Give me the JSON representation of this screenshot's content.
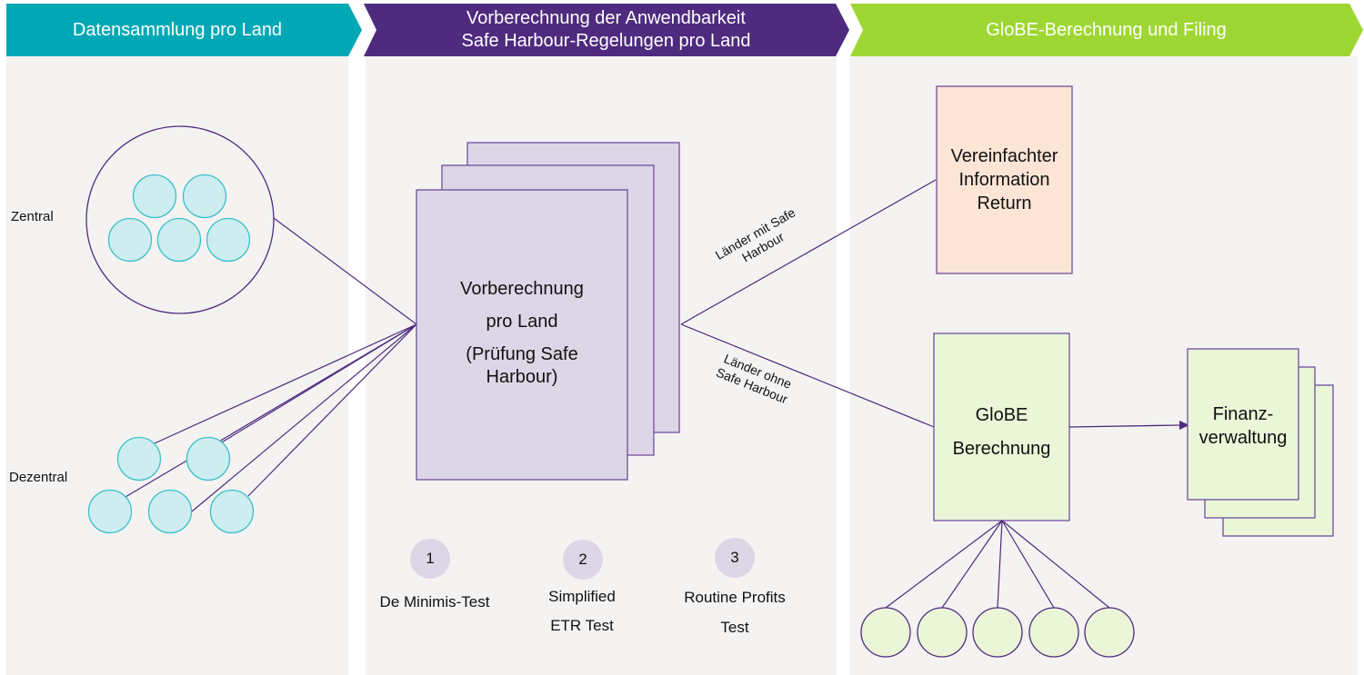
{
  "colors": {
    "teal": "#00a8b5",
    "purple": "#4e2b7e",
    "green": "#9ed733",
    "panel_bg": "#f4f3f2",
    "line": "#4e2b7e",
    "teal_circle_fill": "#cdedf0",
    "teal_circle_stroke": "#3bbfc9",
    "lavender_fill": "#ddd6e7",
    "peach_fill": "#fde5d6",
    "lightgreen_fill": "#eaf6d7"
  },
  "phases": [
    {
      "label": "Datensammlung pro Land"
    },
    {
      "label_line1": "Vorberechnung der Anwendbarkeit",
      "label_line2": "Safe Harbour-Regelungen pro Land"
    },
    {
      "label": "GloBE-Berechnung und Filing"
    }
  ],
  "collection": {
    "central_label": "Zentral",
    "decentral_label": "Dezentral",
    "central_entity_count": 5,
    "decentral_entity_count": 5
  },
  "precalc": {
    "box_line1": "Vorberechnung",
    "box_line2": "pro Land",
    "box_line3": "(Prüfung Safe",
    "box_line4": "Harbour)",
    "tests": [
      {
        "number": "1",
        "line1": "De Minimis-Test",
        "line2": ""
      },
      {
        "number": "2",
        "line1": "Simplified",
        "line2": "ETR Test"
      },
      {
        "number": "3",
        "line1": "Routine Profits",
        "line2": "Test"
      }
    ],
    "branch_with_line1": "Länder mit Safe",
    "branch_with_line2": "Harbour",
    "branch_without_line1": "Länder ohne",
    "branch_without_line2": "Safe Harbour"
  },
  "filing": {
    "simplified_line1": "Vereinfachter",
    "simplified_line2": "Information",
    "simplified_line3": "Return",
    "globe_line1": "GloBE",
    "globe_line2": "Berechnung",
    "authority_line1": "Finanz-",
    "authority_line2": "verwaltung",
    "entity_count": 5
  }
}
